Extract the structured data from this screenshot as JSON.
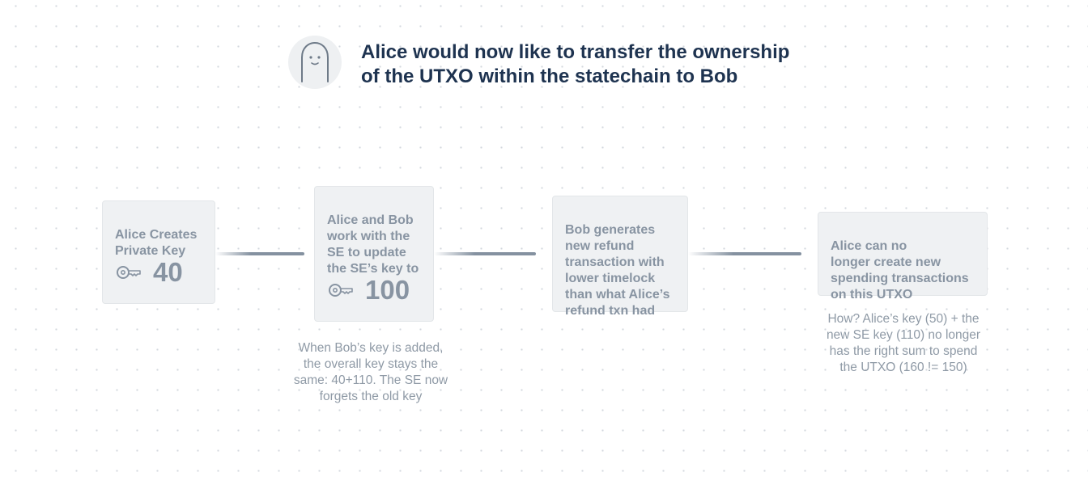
{
  "header": {
    "avatar_icon": "ghost-icon",
    "title": "Alice would now like to transfer the ownership\nof the UTXO within the statechain to Bob"
  },
  "cards": [
    {
      "text": "Alice Creates\nPrivate Key",
      "key_value": "40",
      "icon": "key-icon"
    },
    {
      "text": "Alice and Bob\nwork with the\nSE to update\nthe SE’s key to",
      "key_value": "100",
      "icon": "key-icon"
    },
    {
      "text": "Bob generates\nnew refund\ntransaction with\nlower timelock\nthan what Alice’s\nrefund txn had"
    },
    {
      "text": "Alice can no\nlonger create new\nspending transactions\non this UTXO"
    }
  ],
  "notes": [
    "When Bob’s key is added,\nthe overall key stays  the\nsame: 40+110. The SE now\nforgets the old key",
    "How? Alice’s key (50) + the\nnew SE key (110) no longer\nhas the right sum to spend\nthe UTXO (160 != 150)"
  ],
  "colors": {
    "title": "#1e3350",
    "card_bg": "#eff1f3",
    "card_text": "#8894a2",
    "connector": "#8491a0"
  }
}
